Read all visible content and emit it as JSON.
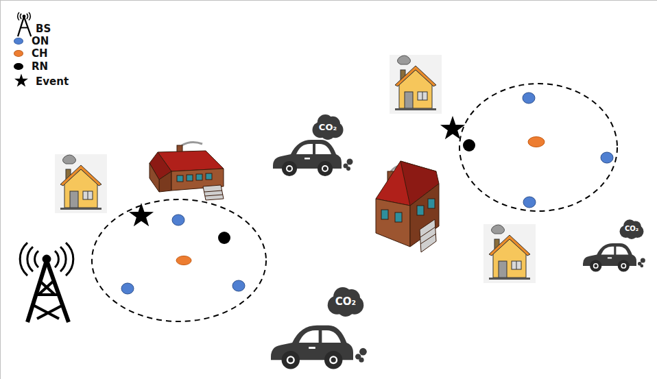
{
  "diagram": {
    "labels": [
      "CO₂",
      "CO₂",
      "CO₂"
    ],
    "legend": [
      {
        "text": "BS"
      },
      {
        "text": "ON",
        "color": "#4f7fd1"
      },
      {
        "text": "CH",
        "color": "#ed7d31"
      },
      {
        "text": "RN",
        "color": "#000000"
      },
      {
        "text": "Event"
      }
    ]
  }
}
